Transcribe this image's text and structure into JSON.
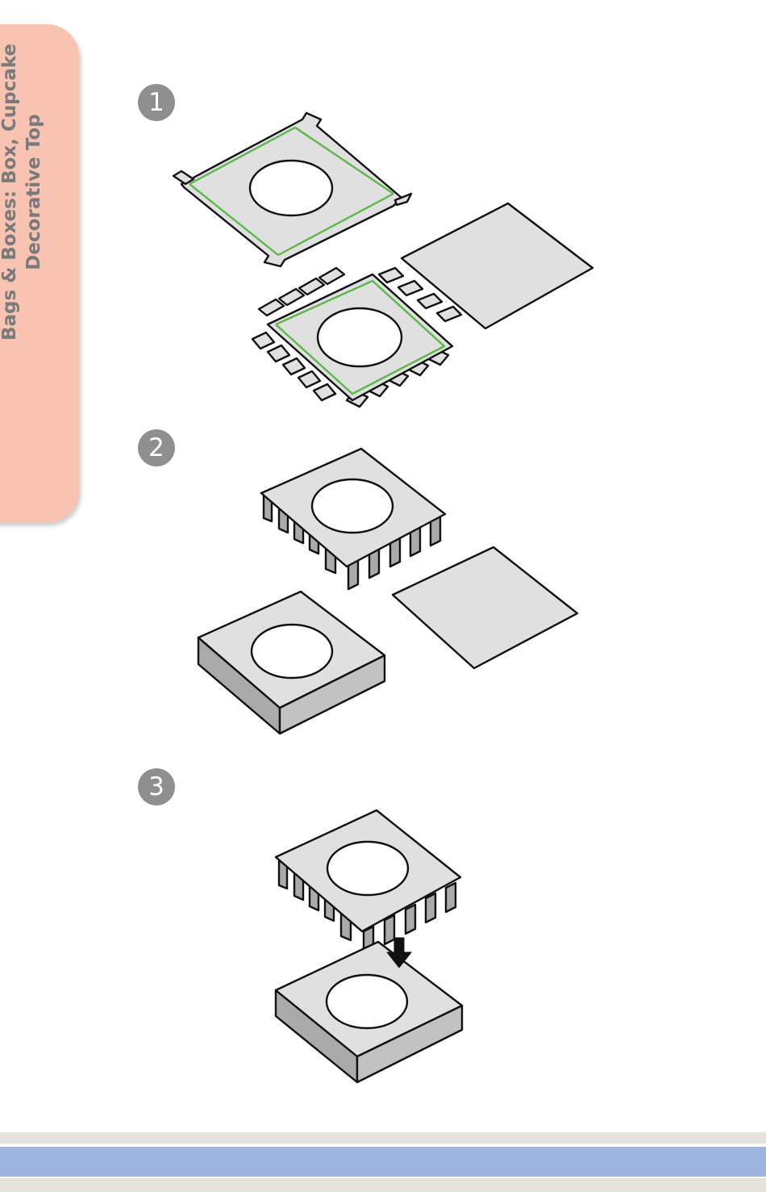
{
  "side_tab": {
    "title_line1": "Bags & Boxes: Box, Cupcake",
    "title_line2": "Decorative Top"
  },
  "steps": [
    {
      "number": "1"
    },
    {
      "number": "2"
    },
    {
      "number": "3"
    }
  ],
  "colors": {
    "tab_background": "#f9c3b2",
    "tab_text": "#7a7a7a",
    "badge": "#8f8f8f",
    "panel_fill": "#e0e0e0",
    "side_fill": "#aaaaaa",
    "fold_line": "#5cb84a",
    "footer_band": "#9db4e0",
    "footer_grey": "#e6e3dd"
  },
  "icons": {
    "step2_assembly": "assembly-icon",
    "step3_arrow": "arrow-down-icon"
  }
}
